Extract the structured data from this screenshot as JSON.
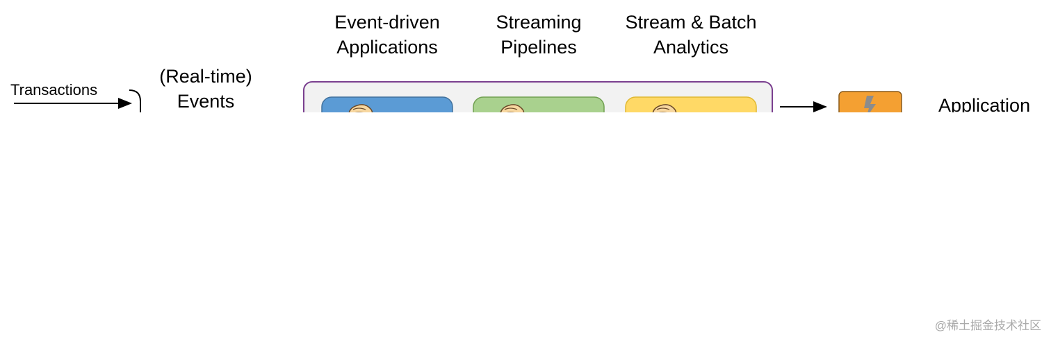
{
  "labels": {
    "transactions": "Transactions",
    "events_line1": "(Real-time)",
    "events_line2": "Events",
    "event_driven_line1": "Event-driven",
    "event_driven_line2": "Applications",
    "streaming_line1": "Streaming",
    "streaming_line2": "Pipelines",
    "stream_batch_line1": "Stream & Batch",
    "stream_batch_line2": "Analytics",
    "application": "Application"
  },
  "watermark": "@稀土掘金技术社区",
  "colors": {
    "container_border": "#7a3f8f",
    "container_fill": "#f2f2f2",
    "box_blue": "#5b9bd5",
    "box_green": "#a9d18e",
    "box_yellow": "#ffd966",
    "box_orange": "#f4a032",
    "arrow": "#000000"
  },
  "icons": [
    "squirrel-icon",
    "squirrel-icon",
    "squirrel-icon",
    "lightning-icon"
  ]
}
